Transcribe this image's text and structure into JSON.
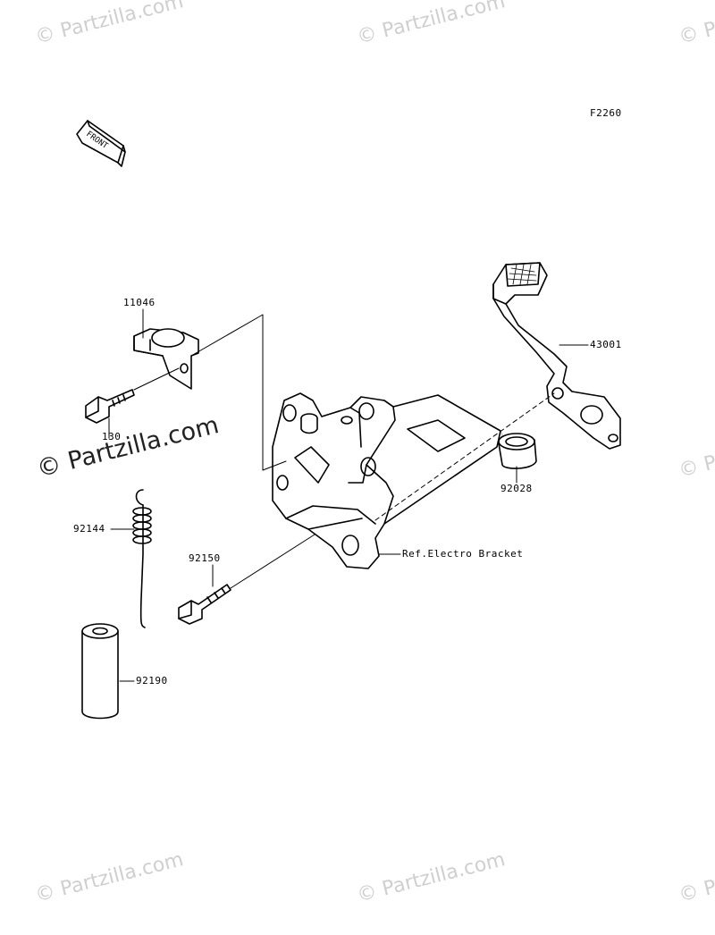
{
  "figure_code": "F2260",
  "front_arrow_text": "FRONT",
  "callouts": {
    "p11046": "11046",
    "p130": "130",
    "p92144": "92144",
    "p92150": "92150",
    "p92190": "92190",
    "p43001": "43001",
    "p92028": "92028",
    "ref_bracket": "Ref.Electro Bracket"
  },
  "watermark": {
    "text": "© Partzilla.com",
    "main_text": "© Partzilla.com"
  },
  "colors": {
    "ink": "#000000",
    "watermark": "#cfcfcf"
  }
}
